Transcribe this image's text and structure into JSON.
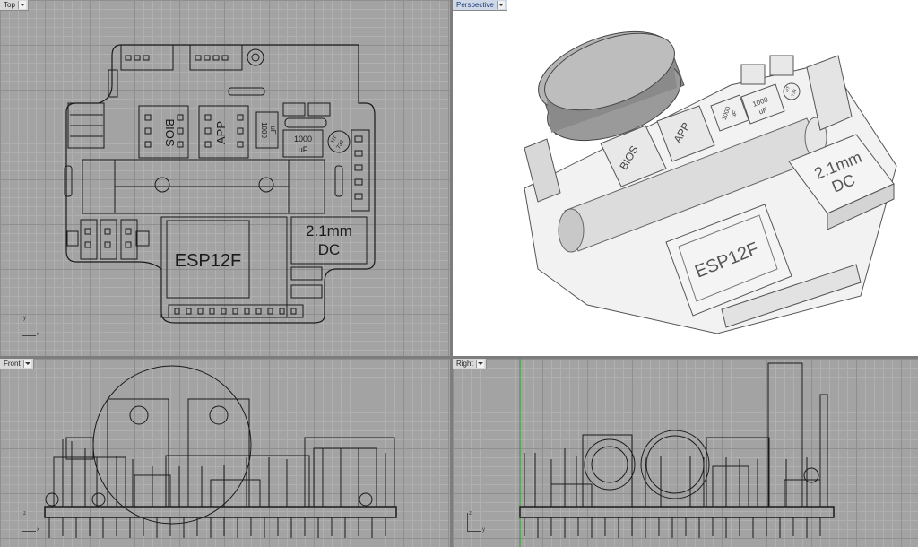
{
  "viewports": {
    "top": {
      "label": "Top"
    },
    "perspective": {
      "label": "Perspective"
    },
    "front": {
      "label": "Front"
    },
    "right": {
      "label": "Right"
    }
  },
  "axes": {
    "top": {
      "v": "y",
      "h": "x"
    },
    "front": {
      "v": "z",
      "h": "x"
    },
    "right": {
      "v": "z",
      "h": "y"
    }
  },
  "board_labels": {
    "bios": "BIOS",
    "app": "APP",
    "cap1_value": "1000",
    "cap1_unit": "uF",
    "cap2_value": "1000",
    "cap2_unit": "uF",
    "regulator_part": "733",
    "regulator_brand": "HT",
    "module": "ESP12F",
    "jack_line1": "2.1mm",
    "jack_line2": "DC"
  }
}
